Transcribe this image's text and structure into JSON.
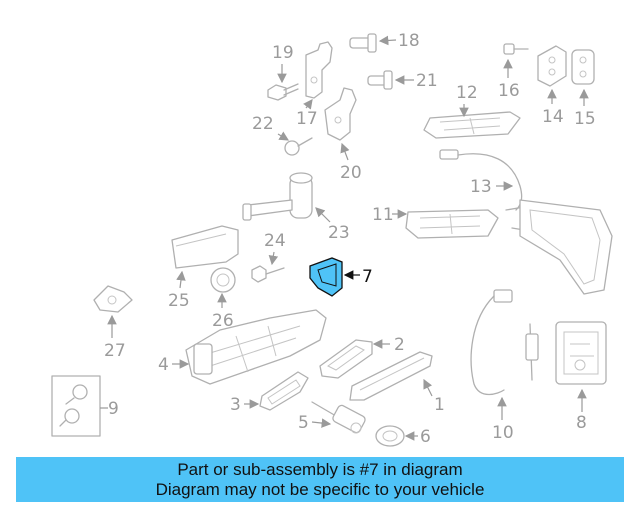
{
  "diagram": {
    "highlight_color": "#4fc3f7",
    "highlighted_part": "7",
    "callouts": [
      "1",
      "2",
      "3",
      "4",
      "5",
      "6",
      "7",
      "8",
      "9",
      "10",
      "11",
      "12",
      "13",
      "14",
      "15",
      "16",
      "17",
      "18",
      "19",
      "20",
      "21",
      "22",
      "23",
      "24",
      "25",
      "26",
      "27"
    ]
  },
  "banner": {
    "background": "#4fc3f7",
    "line1": "Part or sub-assembly is #7 in diagram",
    "line2": "Diagram may not be specific to your vehicle"
  }
}
